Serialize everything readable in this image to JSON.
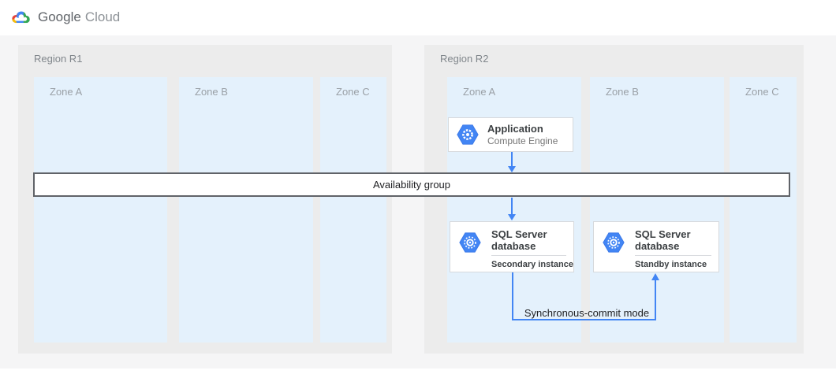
{
  "logo": {
    "google": "Google",
    "cloud": "Cloud"
  },
  "regions": [
    {
      "label": "Region R1",
      "zones": [
        {
          "label": "Zone A"
        },
        {
          "label": "Zone B"
        },
        {
          "label": "Zone C"
        }
      ]
    },
    {
      "label": "Region R2",
      "zones": [
        {
          "label": "Zone A"
        },
        {
          "label": "Zone B"
        },
        {
          "label": "Zone C"
        }
      ]
    }
  ],
  "availability_group": {
    "label": "Availability group"
  },
  "nodes": {
    "application": {
      "title": "Application",
      "subtitle": "Compute Engine",
      "icon": "compute-engine-icon"
    },
    "sql_secondary": {
      "title": "SQL Server database",
      "instance": "Secondary instance",
      "icon": "sql-server-icon"
    },
    "sql_standby": {
      "title": "SQL Server database",
      "instance": "Standby instance",
      "icon": "sql-server-icon"
    }
  },
  "connections": {
    "sync_commit_label": "Synchronous-commit mode"
  },
  "colors": {
    "arrow_blue": "#4285f4",
    "hexagon_blue": "#4285f4",
    "zone_fill": "#e4f1fc",
    "region_fill": "#ececec",
    "page_background": "#f5f5f6",
    "band_border": "#606368",
    "node_border": "#d6d9dc",
    "title_text": "#3c4043",
    "muted_text": "#757575",
    "zone_label_text": "#9aa0a6",
    "region_label_text": "#80868b",
    "logo_red": "#ea4335",
    "logo_yellow": "#fbbc05",
    "logo_green": "#34a853"
  }
}
